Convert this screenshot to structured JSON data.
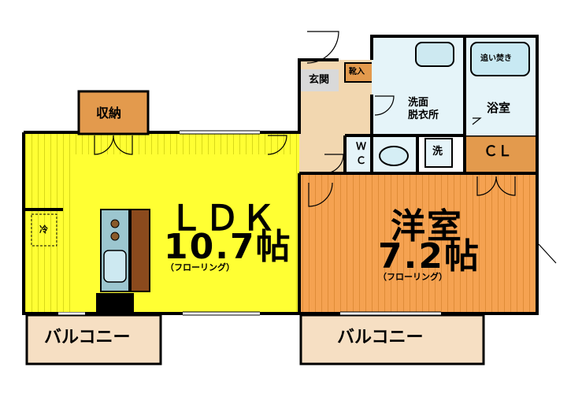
{
  "rooms": {
    "ldk": {
      "name": "ＬＤＫ",
      "size": "10.7帖",
      "floor": "（フローリング）"
    },
    "western": {
      "name": "洋室",
      "size": "7.2帖",
      "floor": "（フローリング）"
    },
    "storage": "収納",
    "entrance": "玄関",
    "shoe_storage": "靴入",
    "washroom_line1": "洗面",
    "washroom_line2": "脱衣所",
    "bathroom": "浴室",
    "bathtub": "追い焚き",
    "wc_line1": "Ｗ",
    "wc_line2": "Ｃ",
    "washer": "洗",
    "closet": "ＣＬ",
    "fridge": "冷",
    "balcony_left": "バルコニー",
    "balcony_right": "バルコニー"
  },
  "colors": {
    "ldk": "#ffff33",
    "western": "#f5a251",
    "orange": "#e39a4d",
    "entrance": "#f2d7b0",
    "wet": "#e5f4f9",
    "balcony": "#f6dfc3",
    "counter": "#9cc6cf",
    "cabinet": "#8b4a1d"
  }
}
